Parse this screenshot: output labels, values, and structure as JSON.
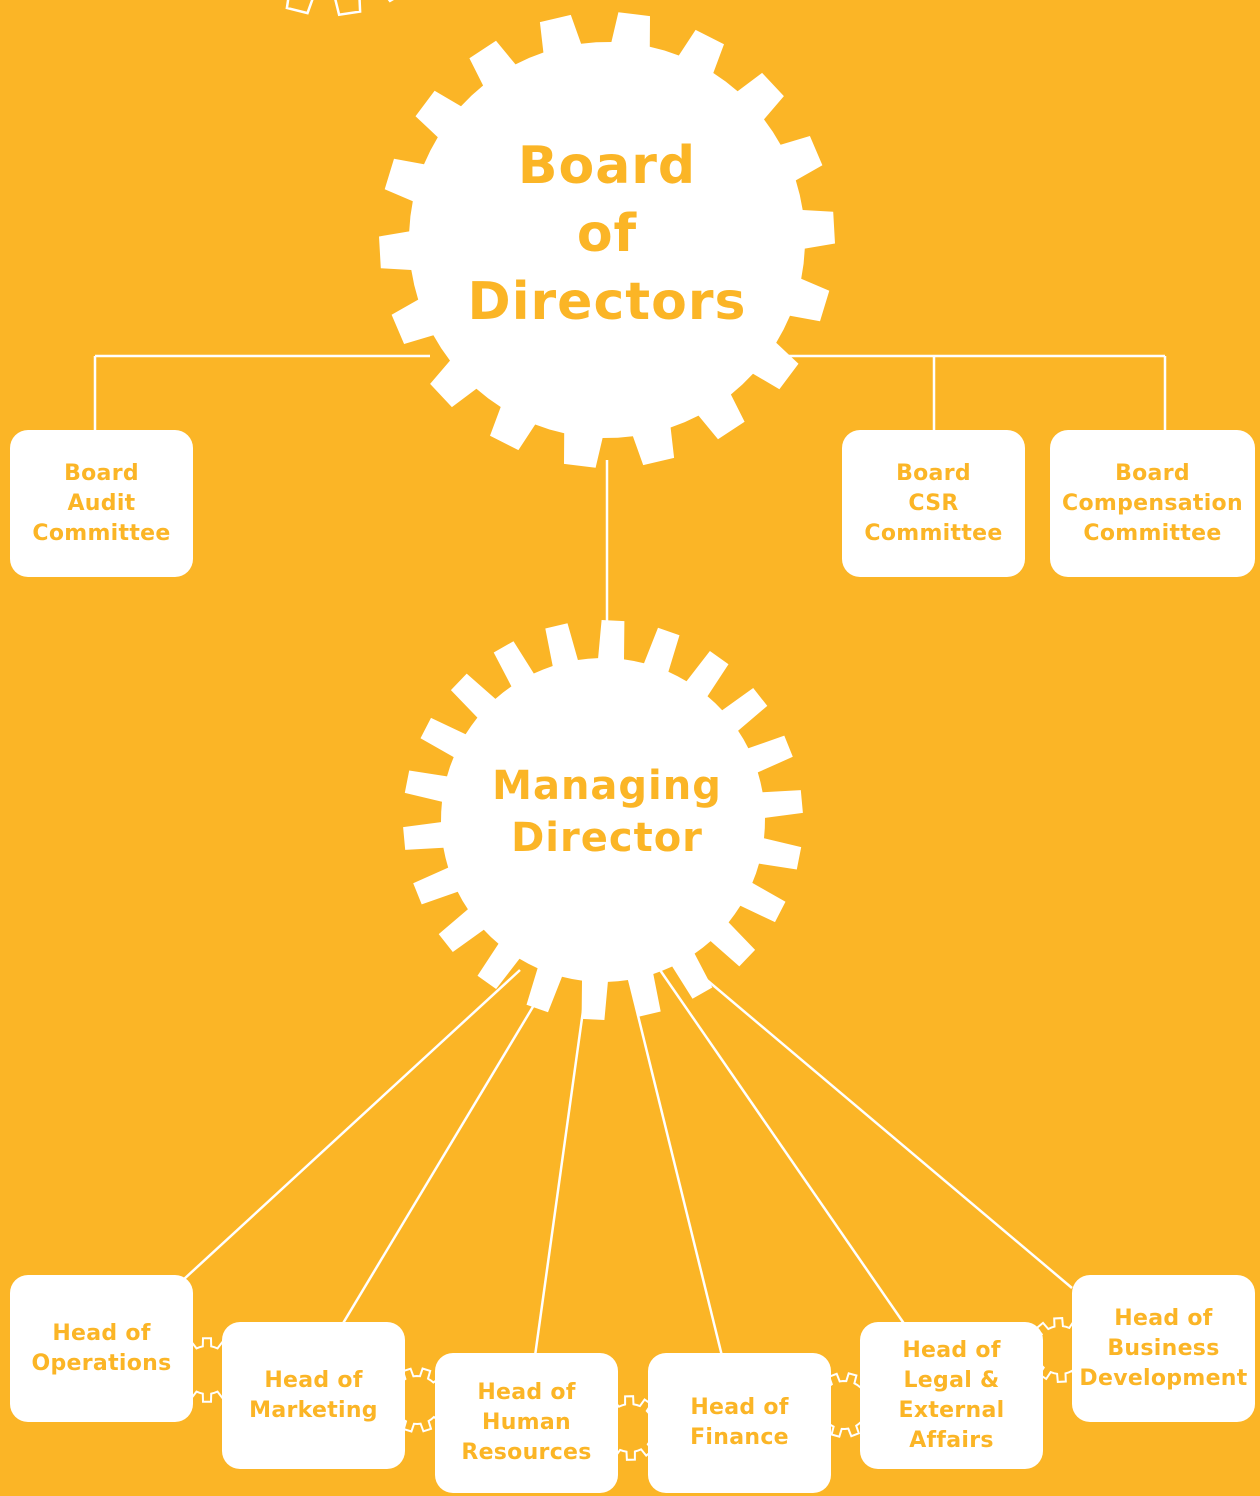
{
  "theme": {
    "background": "#FBB526",
    "node_fill": "#FFFFFF",
    "text_color": "#FBB526",
    "connector_color": "#FFFFFF"
  },
  "board": {
    "label": "Board\nof\nDirectors"
  },
  "managing_director": {
    "label": "Managing\nDirector"
  },
  "committees": [
    {
      "id": "audit",
      "label": "Board\nAudit\nCommittee"
    },
    {
      "id": "csr",
      "label": "Board\nCSR\nCommittee"
    },
    {
      "id": "compensation",
      "label": "Board\nCompensation\nCommittee"
    }
  ],
  "heads": [
    {
      "id": "operations",
      "label": "Head of\nOperations"
    },
    {
      "id": "marketing",
      "label": "Head of\nMarketing"
    },
    {
      "id": "hr",
      "label": "Head of\nHuman\nResources"
    },
    {
      "id": "finance",
      "label": "Head of\nFinance"
    },
    {
      "id": "legal",
      "label": "Head of\nLegal &\nExternal\nAffairs"
    },
    {
      "id": "bizdev",
      "label": "Head of\nBusiness\nDevelopment"
    }
  ]
}
